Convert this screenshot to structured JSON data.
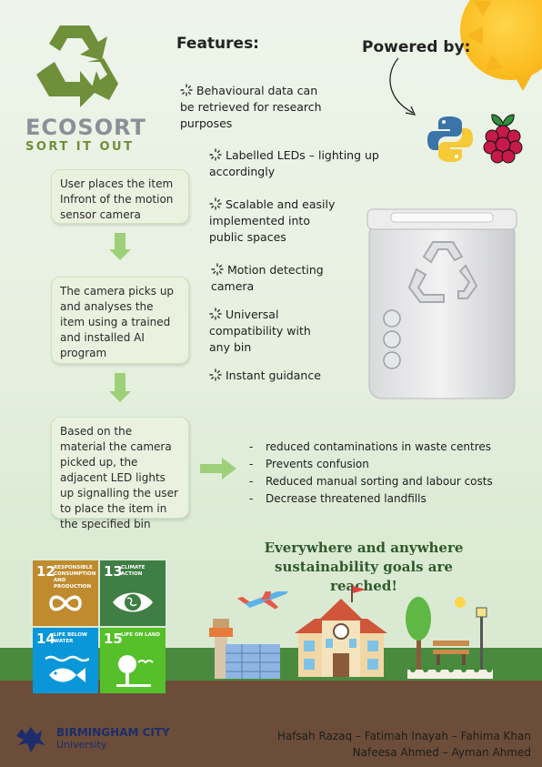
{
  "logo": {
    "title": "ECOSORT",
    "subtitle": "SORT IT OUT"
  },
  "features": {
    "heading": "Features:",
    "items": [
      "Behavioural data can be retrieved for research purposes",
      "Labelled LEDs – lighting up accordingly",
      "Scalable and easily implemented into public spaces",
      "Motion detecting camera",
      "Universal compatibility with any bin",
      "Instant guidance"
    ]
  },
  "powered_by": {
    "heading": "Powered by:",
    "icons": [
      "python-logo-icon",
      "raspberry-pi-logo-icon"
    ]
  },
  "steps": [
    "User places the item Infront of the motion sensor camera",
    "The camera picks up and analyses the item using a trained and installed AI program",
    "Based on the material the camera picked up, the adjacent LED lights up signalling the user to place the item in the specified bin"
  ],
  "results": [
    "reduced contaminations in waste centres",
    "Prevents confusion",
    "Reduced manual sorting and labour costs",
    "Decrease threatened landfills"
  ],
  "slogan": "Everywhere and anywhere sustainability goals are reached!",
  "sdgs": [
    {
      "num": "12",
      "label": "RESPONSIBLE CONSUMPTION AND PRODUCTION",
      "color": "#bf8b2e"
    },
    {
      "num": "13",
      "label": "CLIMATE ACTION",
      "color": "#3f7e44"
    },
    {
      "num": "14",
      "label": "LIFE BELOW WATER",
      "color": "#0a97d9"
    },
    {
      "num": "15",
      "label": "LIFE ON LAND",
      "color": "#56c02b"
    }
  ],
  "university": {
    "name": "BIRMINGHAM CITY",
    "sub": "University"
  },
  "authors": {
    "line1": "Hafsah Razaq – Fatimah Inayah – Fahima Khan",
    "line2": "Nafeesa Ahmed – Ayman Ahmed"
  },
  "colors": {
    "accent_green": "#9ed079",
    "logo_green": "#6f8f3a",
    "title_green": "#2e5a2a"
  }
}
